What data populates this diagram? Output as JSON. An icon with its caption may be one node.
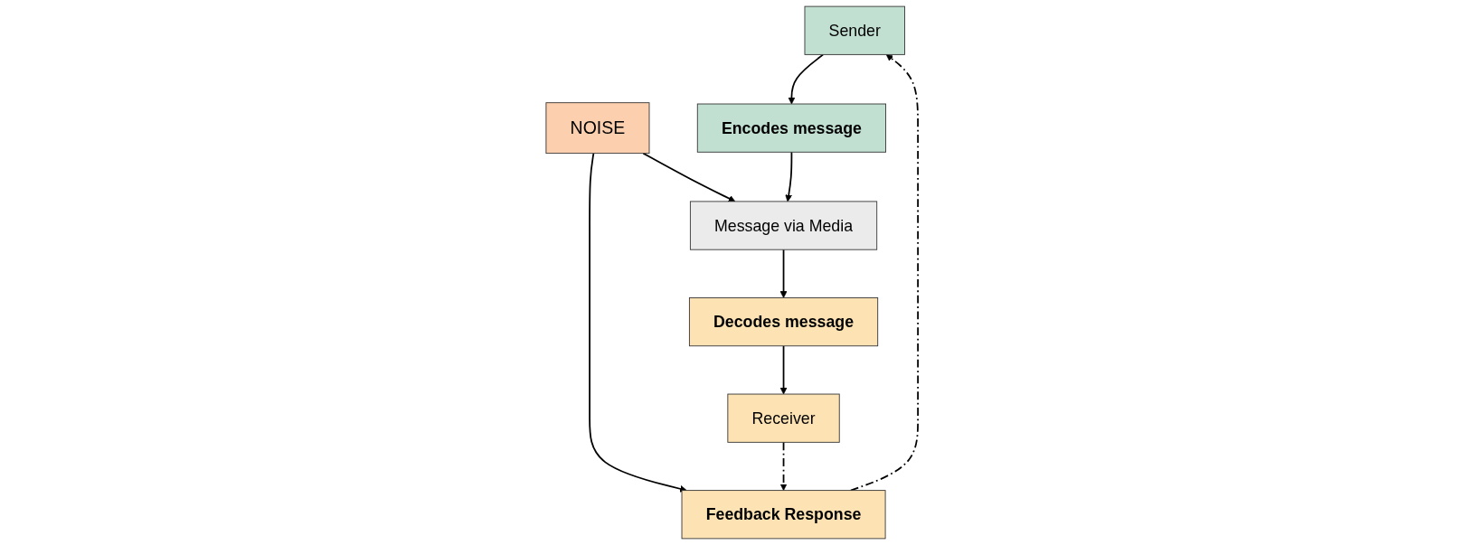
{
  "diagram": {
    "nodes": [
      {
        "text": [
          "Sender"
        ]
      },
      {
        "text": [
          "Feedback Response"
        ]
      },
      {
        "text": [
          "Receiver"
        ]
      },
      {
        "text": [
          "NOISE"
        ]
      },
      {
        "text": [
          "Encodes message"
        ]
      },
      {
        "text": [
          "Message via Media"
        ]
      },
      {
        "text": [
          "Decodes message"
        ]
      }
    ],
    "edges": [
      {
        "from": 1,
        "to": 0,
        "arrow": "to",
        "style": "dashed"
      },
      {
        "from": 2,
        "to": 1,
        "arrow": "to",
        "style": "dashed"
      },
      {
        "from": 3,
        "to": 1,
        "arrow": "to"
      },
      {
        "from": 0,
        "to": 4,
        "arrow": "to"
      },
      {
        "from": 3,
        "to": 5,
        "arrow": "to"
      },
      {
        "from": 4,
        "to": 5,
        "arrow": "to"
      },
      {
        "from": 5,
        "to": 6,
        "arrow": "to"
      },
      {
        "from": 6,
        "to": 2,
        "arrow": "to"
      }
    ]
  }
}
